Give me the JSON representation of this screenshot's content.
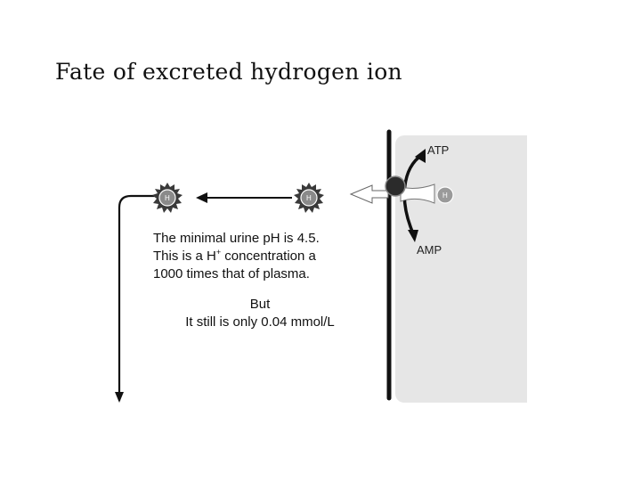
{
  "slide": {
    "title": "Fate of excreted hydrogen ion"
  },
  "diagram": {
    "atp_label": "ATP",
    "amp_label": "AMP",
    "ion_label": "H",
    "ion_charge": "+"
  },
  "note": {
    "line1": "The minimal urine pH is 4.5.",
    "line2_prefix": "This is a H",
    "line2_sup": "+",
    "line2_suffix": " concentration a",
    "line3": "1000 times that of plasma.",
    "line4": "But",
    "line5": "It still is only 0.04 mmol/L"
  },
  "colors": {
    "cell_background": "#e6e6e6",
    "membrane": "#111111",
    "ion_in_cell": "#9a9a9a",
    "pump": "#3a3a3a"
  }
}
